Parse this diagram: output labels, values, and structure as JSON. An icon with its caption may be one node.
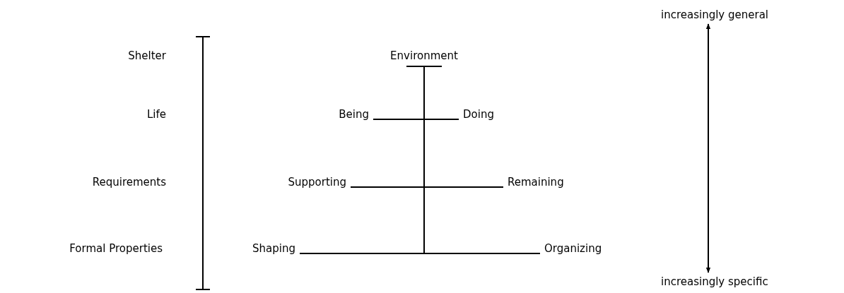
{
  "diagram": {
    "nodes": [
      {
        "text": [
          "Environment"
        ]
      },
      {
        "text": [
          "Being"
        ]
      },
      {
        "text": [
          "Doing"
        ]
      },
      {
        "text": [
          "Supporting"
        ]
      },
      {
        "text": [
          "Remaining"
        ]
      },
      {
        "text": [
          "Shaping"
        ]
      },
      {
        "text": [
          "Organizing"
        ]
      },
      {
        "text": [
          "increasingly general"
        ]
      },
      {
        "text": [
          "increasingly specific"
        ]
      }
    ],
    "edges": [
      {
        "from": 1,
        "to": 2,
        "arrow": "none"
      },
      {
        "from": 3,
        "to": 4,
        "arrow": "none"
      },
      {
        "from": 5,
        "to": 6,
        "arrow": "none"
      },
      {
        "from": 7,
        "to": 8,
        "arrow": "both"
      },
      {
        "from": 0,
        "to": null,
        "arrow": "none"
      }
    ],
    "labels": [
      "Shelter",
      "Life",
      "Requirements",
      "Formal Properties"
    ]
  }
}
